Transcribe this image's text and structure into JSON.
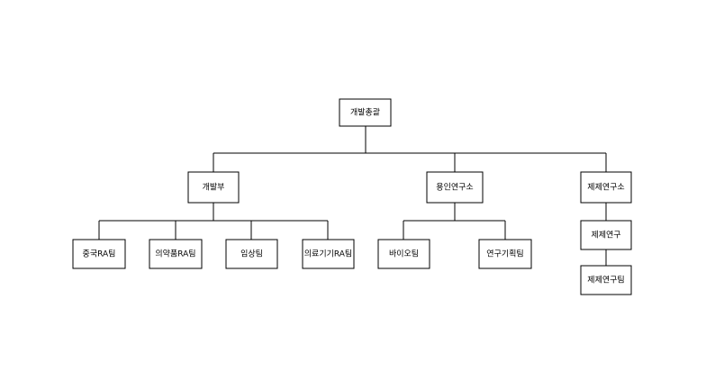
{
  "org_chart": {
    "root": {
      "label": "개발총괄"
    },
    "divisions": [
      {
        "label": "개발부",
        "teams": [
          {
            "label": "중국RA팀"
          },
          {
            "label": "의약품RA팀"
          },
          {
            "label": "임상팀"
          },
          {
            "label": "의료기기RA팀"
          }
        ]
      },
      {
        "label": "용인연구소",
        "teams": [
          {
            "label": "바이오팀"
          },
          {
            "label": "연구기획팀"
          }
        ]
      },
      {
        "label": "제제연구소",
        "chain": [
          {
            "label": "제제연구"
          },
          {
            "label": "제제연구팀"
          }
        ]
      }
    ]
  }
}
